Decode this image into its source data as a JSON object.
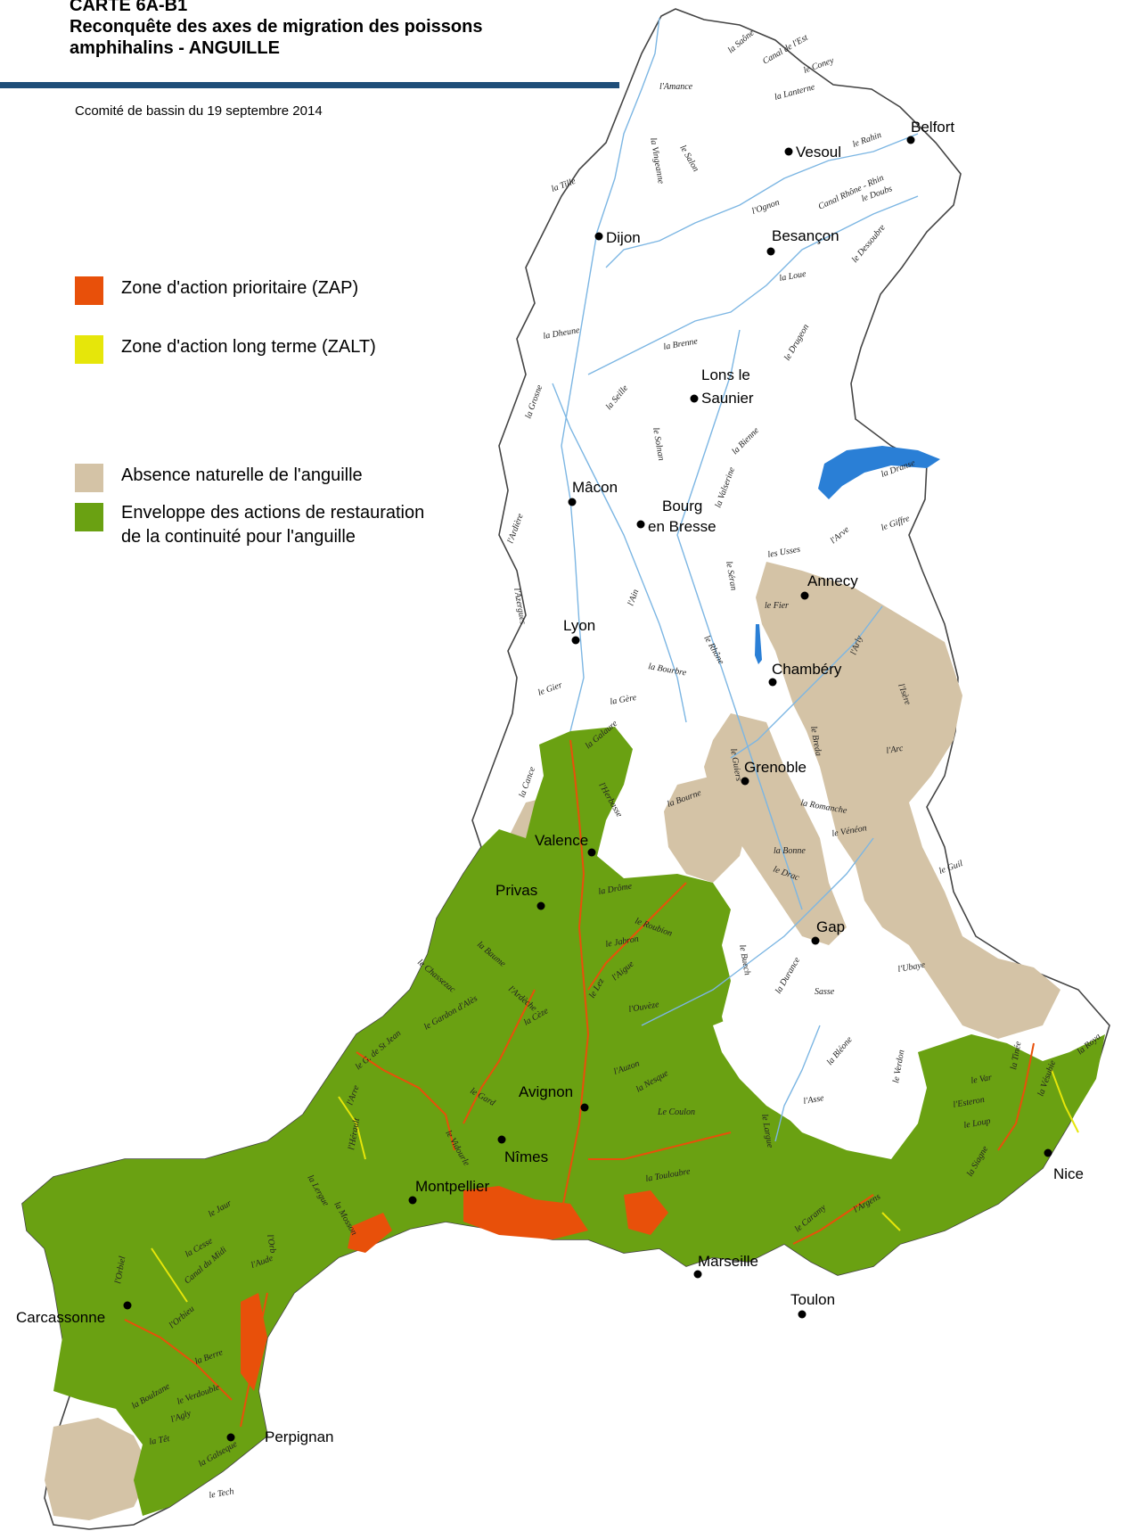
{
  "title": {
    "line1": "CARTE 6A-B1",
    "line2": "Reconquête des axes de migration des poissons",
    "line3": "amphihalins - ANGUILLE"
  },
  "subtitle": "Ccomité de bassin du 19 septembre 2014",
  "legend": [
    {
      "label": "Zone d'action prioritaire (ZAP)",
      "color": "#e8500a"
    },
    {
      "label": "Zone d'action long terme (ZALT)",
      "color": "#e6e60a"
    },
    {
      "label": "Absence naturelle de l'anguille",
      "color": "#d4c3a6"
    },
    {
      "label_line1": "Enveloppe des actions de restauration",
      "label_line2": "de la continuité pour l'anguille",
      "color": "#6aa112"
    }
  ],
  "colors": {
    "river": "#7cb6e3",
    "lake": "#2a7fd6",
    "border": "#333333",
    "title_rule": "#1f4e79"
  },
  "cities": [
    "Belfort",
    "Vesoul",
    "Dijon",
    "Besançon",
    "Lons le",
    "Saunier",
    "Mâcon",
    "Bourg",
    "en Bresse",
    "Annecy",
    "Lyon",
    "Chambéry",
    "Grenoble",
    "Valence",
    "Privas",
    "Gap",
    "Avignon",
    "Nîmes",
    "Montpellier",
    "Nice",
    "Marseille",
    "Toulon",
    "Carcassonne",
    "Perpignan"
  ],
  "rivers": [
    "la Saône",
    "Canal de l'Est",
    "le Coney",
    "l'Amance",
    "la Lanterne",
    "le Salon",
    "le Rahin",
    "la Vingeanne",
    "l'Ognon",
    "Canal Rhône - Rhin",
    "le Doubs",
    "la Tille",
    "la Loue",
    "le Dessoubre",
    "la Dheune",
    "la Brenne",
    "le Drugeon",
    "la Grosne",
    "la Seille",
    "le Solnan",
    "la Bienne",
    "la Valserine",
    "la Dranse",
    "le Giffre",
    "l'Ardière",
    "l'Azergues",
    "l'Ain",
    "le Séran",
    "le Fier",
    "les Usses",
    "l'Arve",
    "l'Arly",
    "le Rhône",
    "la Bourbre",
    "l'Isère",
    "le Gier",
    "la Gère",
    "le Guiers",
    "le Breda",
    "l'Arc",
    "la Galaure",
    "l'Herbasse",
    "la Bourne",
    "la Romanche",
    "le Vénéon",
    "la Bonne",
    "le Drac",
    "le Guil",
    "la Drôme",
    "le Roubion",
    "le Jabron",
    "l'Ouvèze",
    "l'Aigue",
    "le Lez",
    "l'Ardèche",
    "la Cèze",
    "le Buech",
    "la Durance",
    "l'Ubaye",
    "Sasse",
    "la Bléone",
    "le Verdon",
    "le Largue",
    "l'Asse",
    "le Var",
    "la Tinée",
    "l'Esteron",
    "le Loup",
    "la Vésubie",
    "la Roya",
    "l'Auzon",
    "la Nesque",
    "Le Coulon",
    "le Gard",
    "le Vidourle",
    "l'Hérault",
    "l'Arre",
    "la Lergue",
    "la Mosson",
    "l'Orb",
    "la Cesse",
    "Canal du Midi",
    "l'Aude",
    "l'Orbieu",
    "la Berre",
    "le Verdouble",
    "l'Agly",
    "la Têt",
    "le Tech",
    "la Touloubre",
    "le Caramy",
    "l'Argens",
    "la Siagne",
    "la Baume",
    "le Chassezac",
    "le Gardon d'Alès",
    "le G. de St Jean",
    "le Jaur",
    "l'Orbiel",
    "la Boulzane",
    "la Galseque",
    "la Cance"
  ]
}
